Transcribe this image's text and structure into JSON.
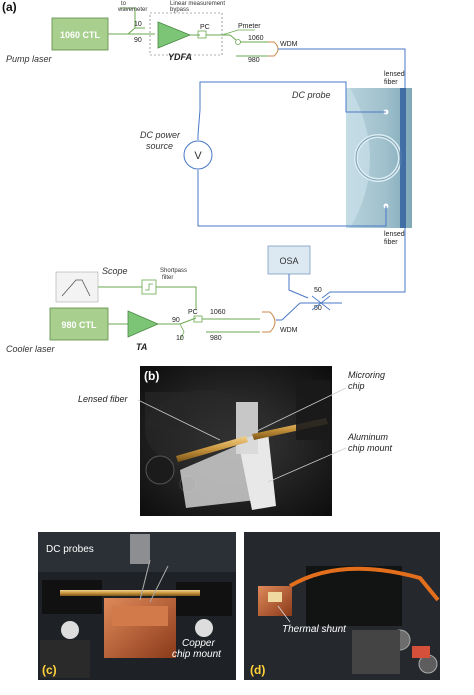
{
  "panel_a": {
    "letter": "(a)",
    "pump_laser_box": "1060 CTL",
    "pump_laser_label": "Pump laser",
    "to_wavemeter": "to\nwavemeter",
    "split_10": "10",
    "split_90": "90",
    "linear_bypass": "Linear measurement\nbypass",
    "ydfa": "YDFA",
    "pc_top": "PC",
    "pmeter": "Pmeter",
    "wdm_top_1060": "1060",
    "wdm_top_980": "980",
    "wdm_top": "WDM",
    "dc_probe": "DC probe",
    "lensed_fiber_top": "lensed\nfiber",
    "dc_power_source": "DC power\nsource",
    "voltmeter_symbol": "V",
    "lensed_fiber_bottom": "lensed\nfiber",
    "osa": "OSA",
    "split_50a": "50",
    "split_50b": "50",
    "scope": "Scope",
    "shortpass_filter": "Shortpass\nfilter",
    "cooler_box": "980 CTL",
    "cooler_label": "Cooler laser",
    "ta": "TA",
    "split_90b": "90",
    "split_10b": "10",
    "pc_bottom": "PC",
    "wdm_bottom_1060": "1060",
    "wdm_bottom_980": "980",
    "wdm_bottom": "WDM"
  },
  "panel_b": {
    "letter": "(b)",
    "lensed_fiber": "Lensed fiber",
    "microring_chip": "Microring\nchip",
    "aluminum_mount": "Aluminum\nchip mount"
  },
  "panel_c": {
    "letter": "(c)",
    "dc_probes": "DC probes",
    "copper_mount": "Copper\nchip mount"
  },
  "panel_d": {
    "letter": "(d)",
    "thermal_shunt": "Thermal shunt"
  },
  "colors": {
    "green_box": "#a8cf8e",
    "green_fiber": "#6aa84f",
    "blue_fiber": "#4a78c8",
    "amp_green": "#7cc576"
  }
}
